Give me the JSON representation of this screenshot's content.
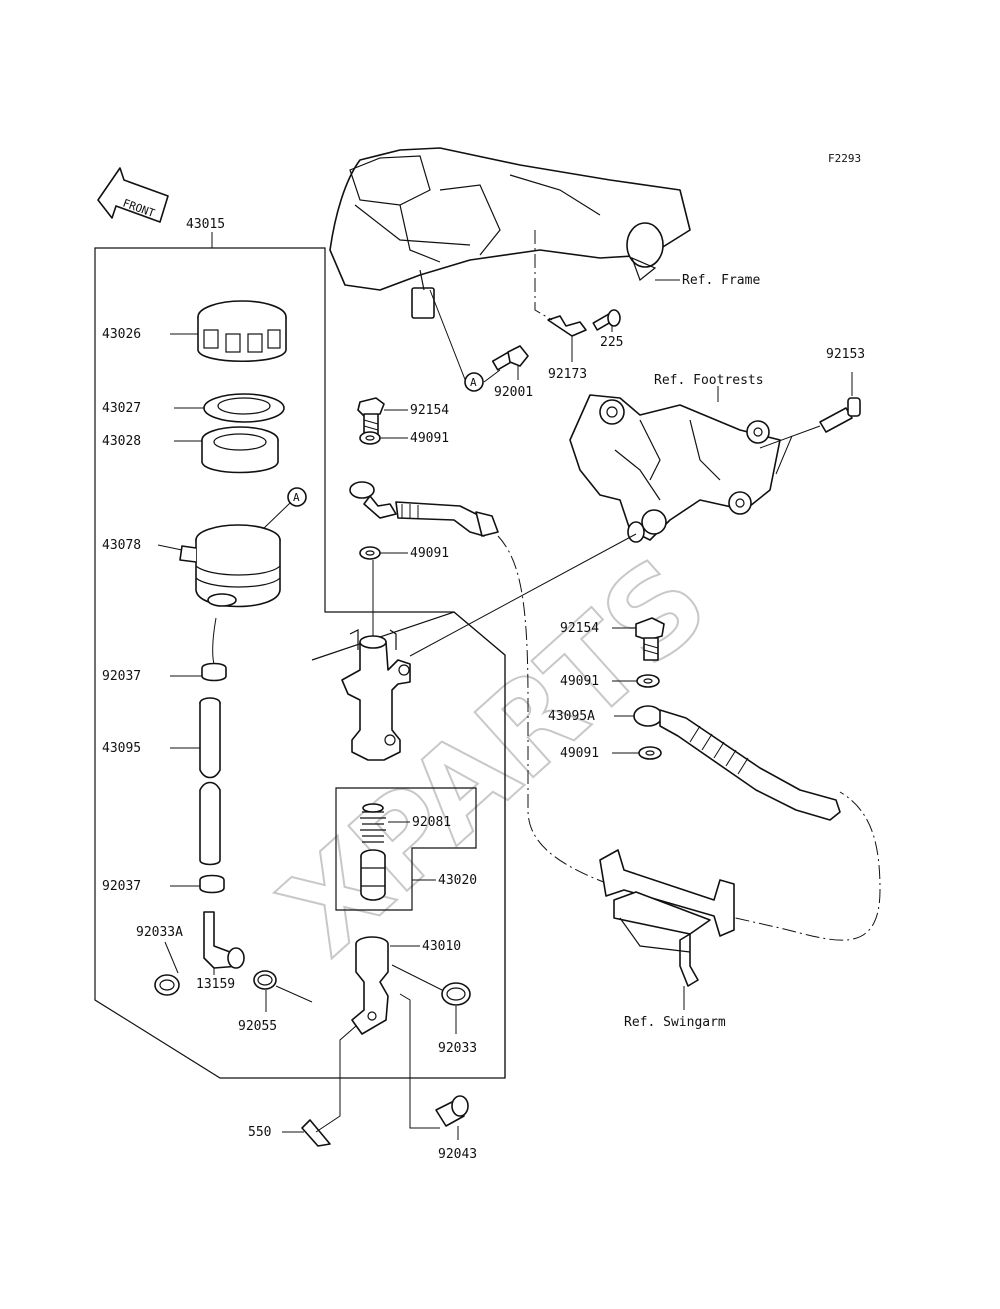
{
  "figure_code": "F2293",
  "watermark": "XPARTS",
  "front_label": "FRONT",
  "callout_letter": "A",
  "refs": {
    "frame": "Ref. Frame",
    "footrests": "Ref. Footrests",
    "swingarm": "Ref. Swingarm"
  },
  "parts": {
    "p43015": "43015",
    "p43026": "43026",
    "p43027": "43027",
    "p43028": "43028",
    "p43078": "43078",
    "p92037a": "92037",
    "p43095": "43095",
    "p92037b": "92037",
    "p92033A": "92033A",
    "p13159": "13159",
    "p92055": "92055",
    "p550": "550",
    "p92154a": "92154",
    "p92001": "92001",
    "p49091a": "49091",
    "p49091b": "49091",
    "p92081": "92081",
    "p43020": "43020",
    "p43010": "43010",
    "p92033": "92033",
    "p92043": "92043",
    "p92173": "92173",
    "p225": "225",
    "p92153": "92153",
    "p92154b": "92154",
    "p49091c": "49091",
    "p43095A": "43095A",
    "p49091d": "49091"
  }
}
